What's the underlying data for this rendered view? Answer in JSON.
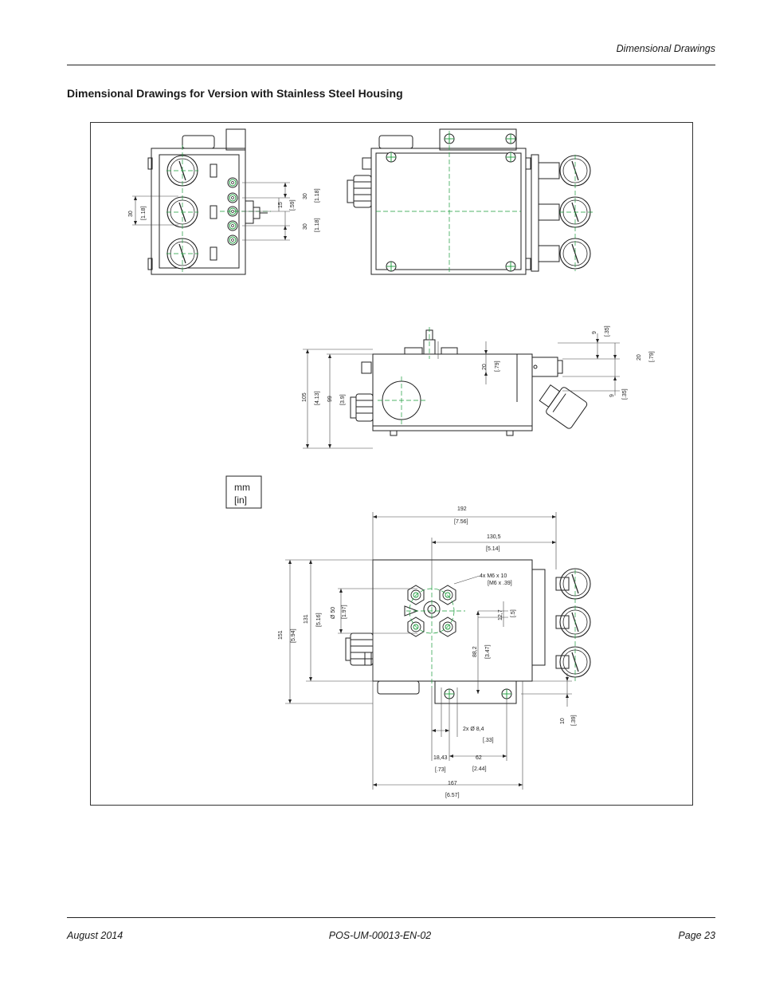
{
  "header": {
    "section": "Dimensional Drawings"
  },
  "title": "Dimensional Drawings for Version with Stainless Steel Housing",
  "units_box": {
    "mm": "mm",
    "in": "[in]"
  },
  "dims": {
    "top_left": {
      "v30a": "30",
      "v118a": "[1.18]",
      "v15": "15",
      "v59": "[.59]",
      "v30b": "30",
      "v118b": "[1.18]",
      "v30c": "30",
      "v118c": "[1.18]"
    },
    "side": {
      "v9a": "9",
      "v35a": "[.35]",
      "v20a": "20",
      "v79a": "[.79]",
      "v20b": "20",
      "v79b": "[.79]",
      "v9b": "9",
      "v35b": "[.35]",
      "v105": "105",
      "v413": "[4.13]",
      "v99": "99",
      "v39": "[3.9]"
    },
    "bottom": {
      "v192": "192",
      "v756": "[7.56]",
      "v1305": "130,5",
      "v514": "[5.14]",
      "thread1": "4x   M6  x  10",
      "thread2": "[M6  x  .39]",
      "v151": "151",
      "v594": "[5.94]",
      "v131": "131",
      "v516": "[5.16]",
      "v50": "Ø  50",
      "v197": "[1.97]",
      "v127": "12,7",
      "v5": "[.5]",
      "v882": "88,2",
      "v347": "[3.47]",
      "v10": "10",
      "v39": "[.39]",
      "hole1": "2x   Ø   8,4",
      "hole2": "[.33]",
      "v1843": "18,43",
      "v73": "[.73]",
      "v62": "62",
      "v244": "[2.44]",
      "v167": "167",
      "v657": "[6.57]"
    }
  },
  "footer": {
    "date": "August 2014",
    "doc": "POS-UM-00013-EN-02",
    "page": "Page 23"
  }
}
